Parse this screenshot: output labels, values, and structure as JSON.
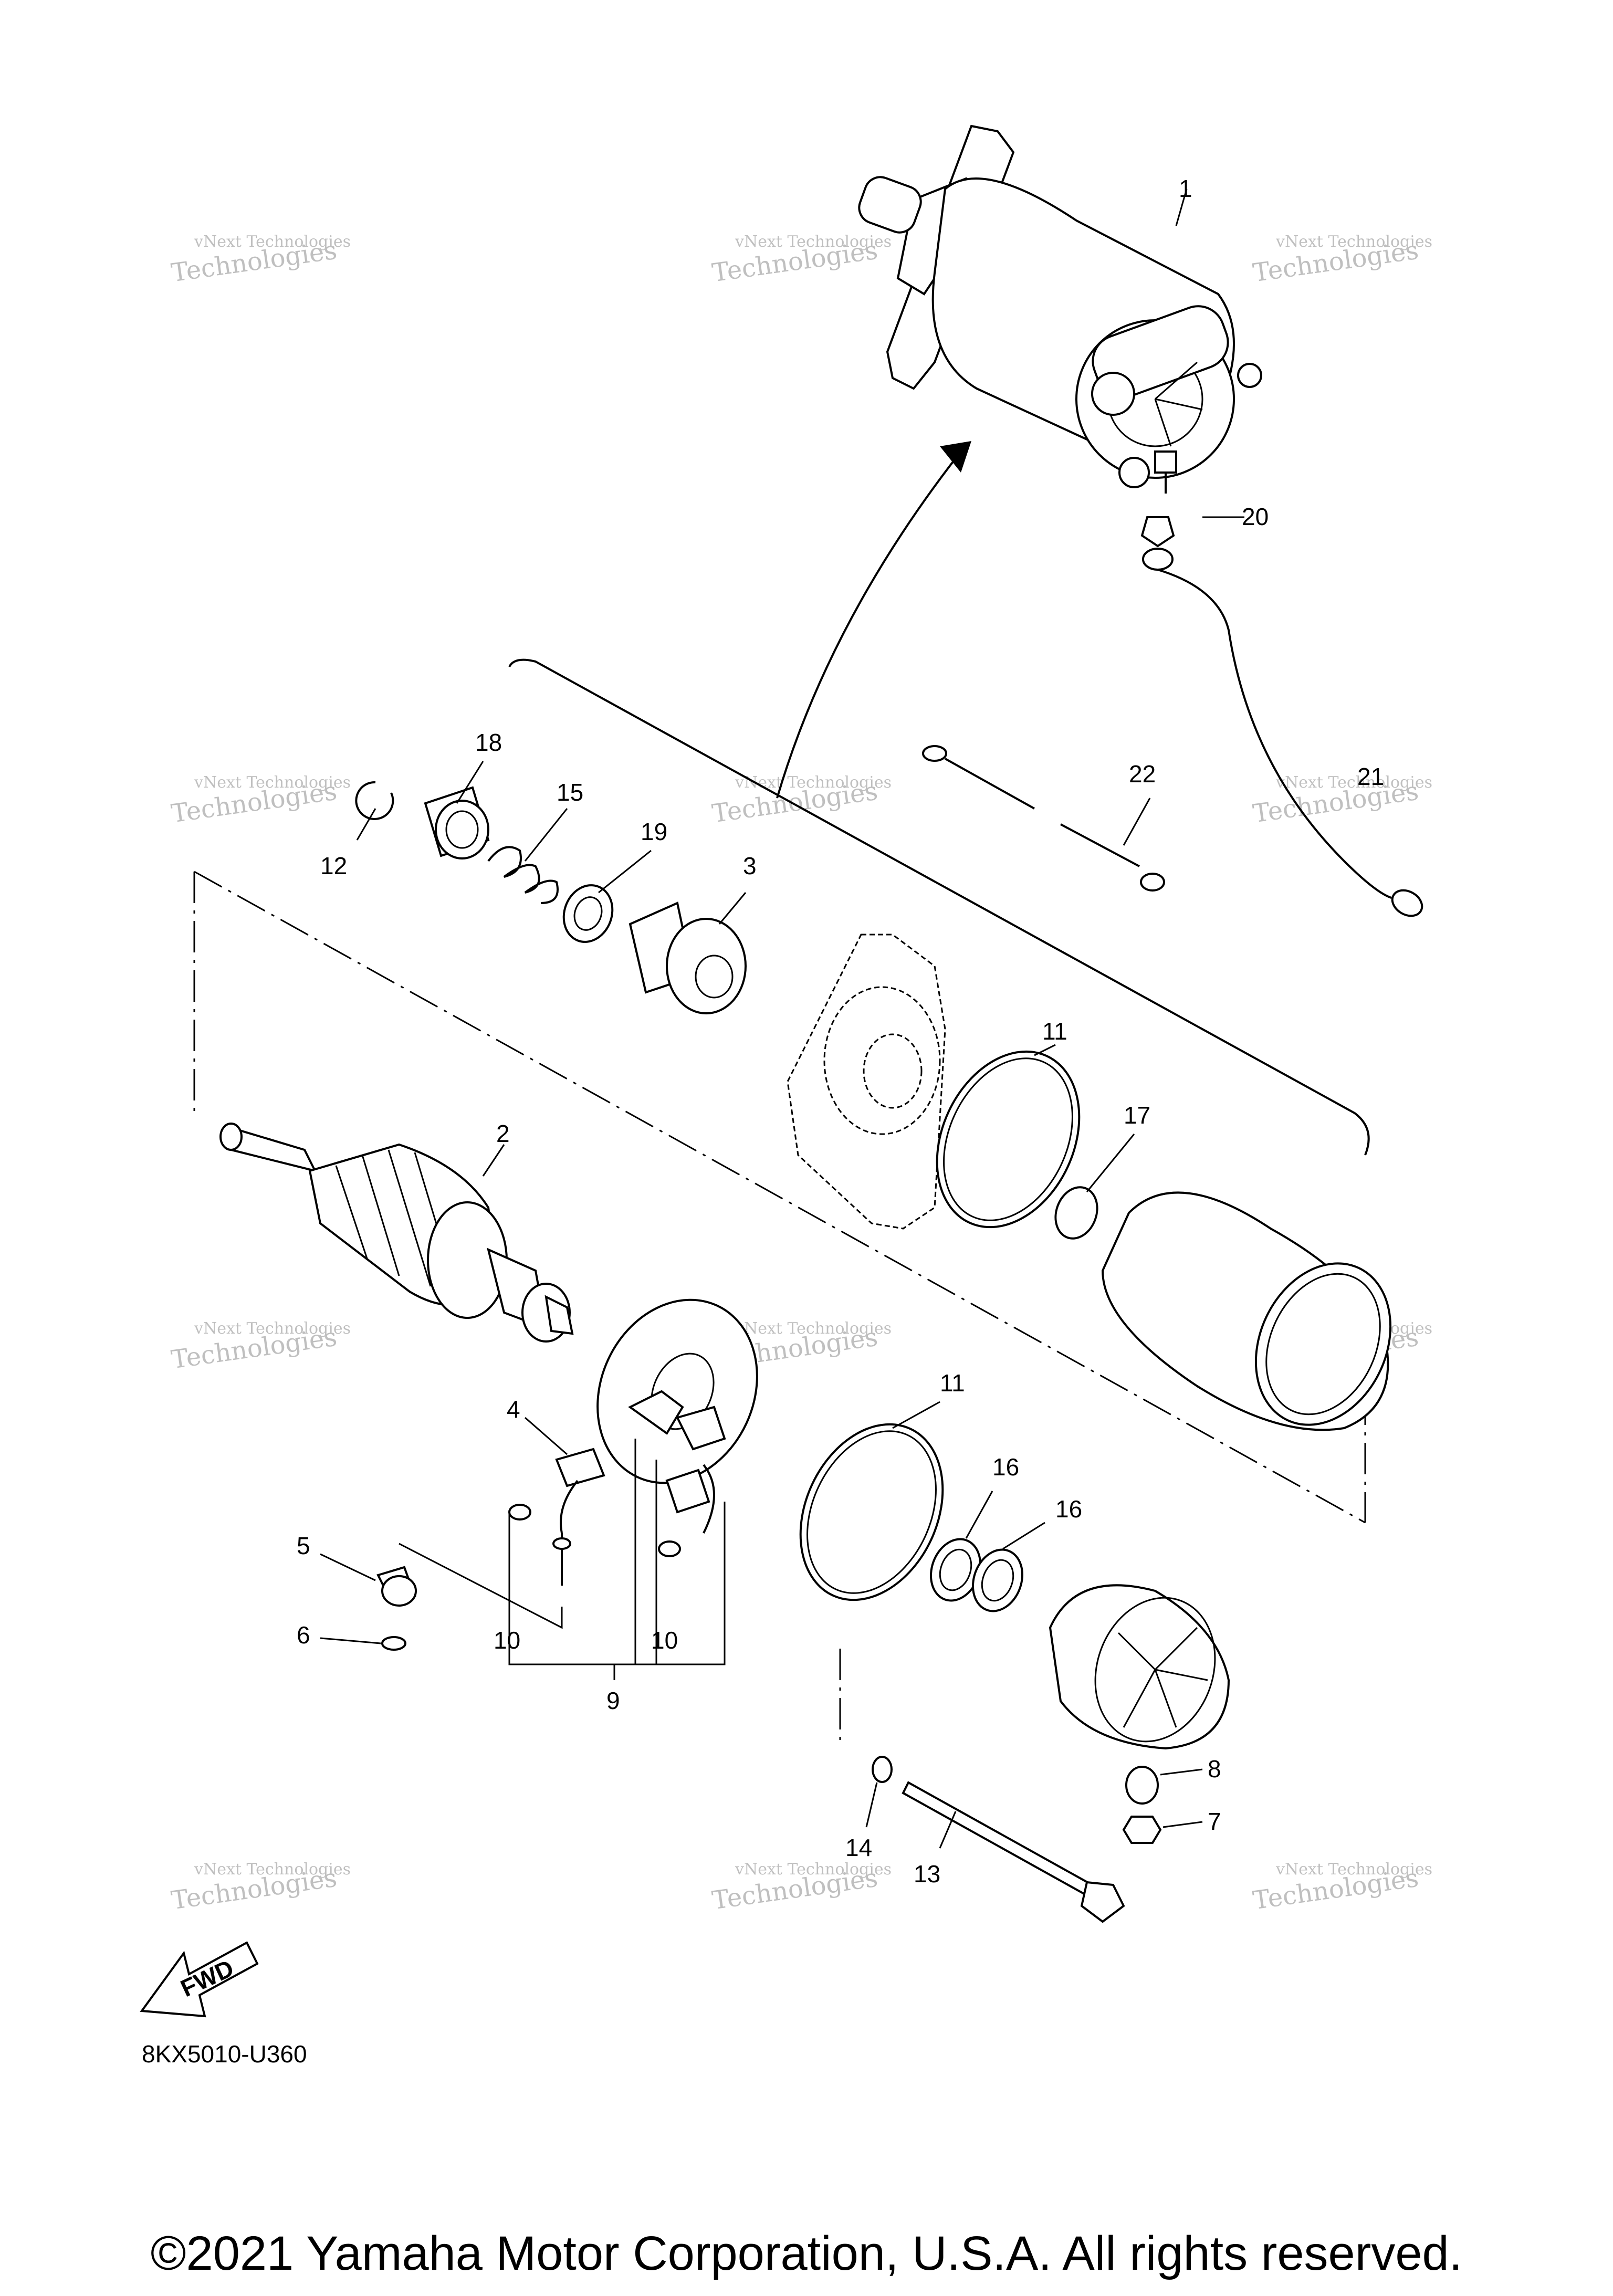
{
  "watermark": {
    "line1": "vNext Technologies",
    "line2": "Technologies",
    "line3": "vNext"
  },
  "callouts": [
    {
      "id": "1",
      "text": "1"
    },
    {
      "id": "2",
      "text": "2"
    },
    {
      "id": "3",
      "text": "3"
    },
    {
      "id": "4",
      "text": "4"
    },
    {
      "id": "5",
      "text": "5"
    },
    {
      "id": "6",
      "text": "6"
    },
    {
      "id": "7",
      "text": "7"
    },
    {
      "id": "8",
      "text": "8"
    },
    {
      "id": "9",
      "text": "9"
    },
    {
      "id": "10a",
      "text": "10"
    },
    {
      "id": "10b",
      "text": "10"
    },
    {
      "id": "11a",
      "text": "11"
    },
    {
      "id": "11b",
      "text": "11"
    },
    {
      "id": "12",
      "text": "12"
    },
    {
      "id": "13",
      "text": "13"
    },
    {
      "id": "14",
      "text": "14"
    },
    {
      "id": "15",
      "text": "15"
    },
    {
      "id": "16a",
      "text": "16"
    },
    {
      "id": "16b",
      "text": "16"
    },
    {
      "id": "17",
      "text": "17"
    },
    {
      "id": "18",
      "text": "18"
    },
    {
      "id": "19",
      "text": "19"
    },
    {
      "id": "20",
      "text": "20"
    },
    {
      "id": "21",
      "text": "21"
    },
    {
      "id": "22",
      "text": "22"
    }
  ],
  "fwd_label": "FWD",
  "reference_code": "8KX5010-U360",
  "copyright": "©2021 Yamaha Motor Corporation, U.S.A. All rights reserved."
}
